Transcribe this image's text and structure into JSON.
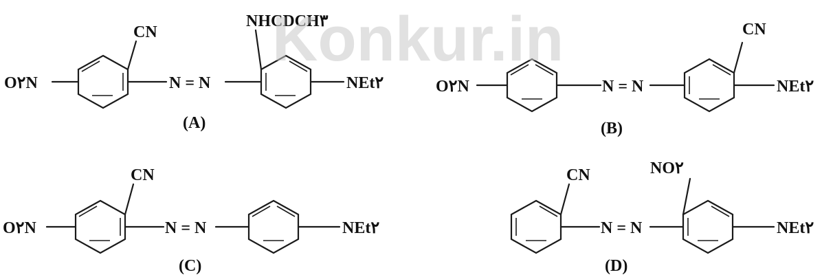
{
  "watermark": "Konkur.in",
  "structures": {
    "A": {
      "caption": "(A)",
      "left_group": "O۲N",
      "substituent_top_left": "CN",
      "azo": "N = N",
      "substituent_top_right": "NHCDCH۳",
      "right_group": "NEt۲"
    },
    "B": {
      "caption": "(B)",
      "left_group": "O۲N",
      "azo": "N = N",
      "substituent_top_right": "CN",
      "right_group": "NEt۲"
    },
    "C": {
      "caption": "(C)",
      "left_group": "O۲N",
      "substituent_top_left": "CN",
      "azo": "N = N",
      "right_group": "NEt۲"
    },
    "D": {
      "caption": "(D)",
      "substituent_top_left": "CN",
      "azo": "N = N",
      "substituent_top_right": "NO۲",
      "right_group": "NEt۲"
    }
  }
}
